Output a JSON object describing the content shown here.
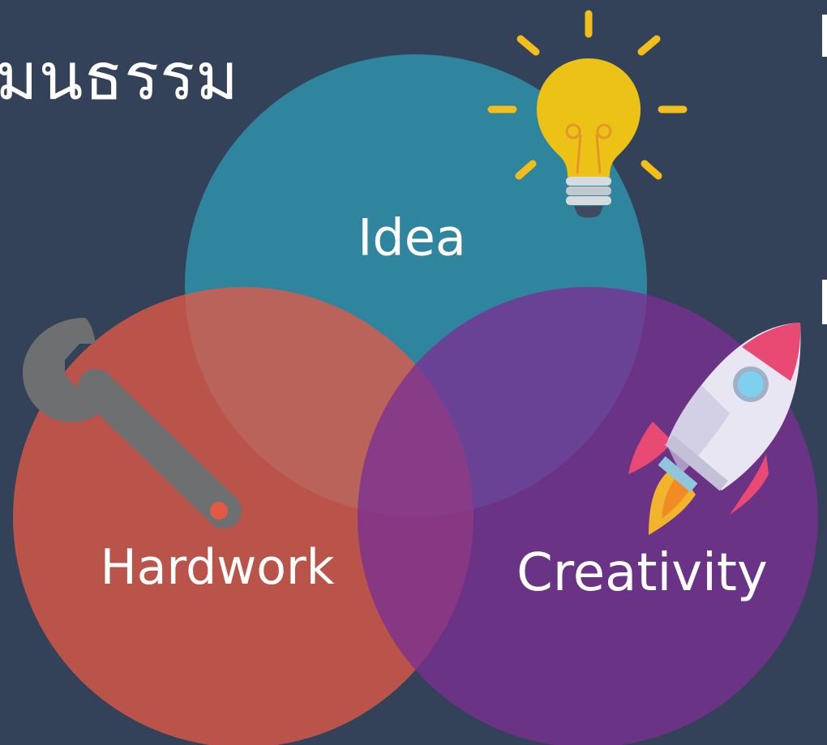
{
  "title": "มนธรรม",
  "circles": [
    {
      "id": "idea",
      "label": "Idea",
      "color": "#2f8aa4",
      "icon": "lightbulb-icon"
    },
    {
      "id": "hardwork",
      "label": "Hardwork",
      "color": "#e05a46",
      "icon": "wrench-icon"
    },
    {
      "id": "creativity",
      "label": "Creativity",
      "color": "#7a2f93",
      "icon": "rocket-icon"
    }
  ],
  "colors": {
    "background": "#344259",
    "bulb": "#f1c40f",
    "rays": "#f2be1a",
    "wrench": "#6e6f71",
    "rocket_body": "#e9e6f4",
    "rocket_fin": "#e84a73",
    "rocket_window": "#7fd0ef",
    "flame": "#f39c12"
  }
}
